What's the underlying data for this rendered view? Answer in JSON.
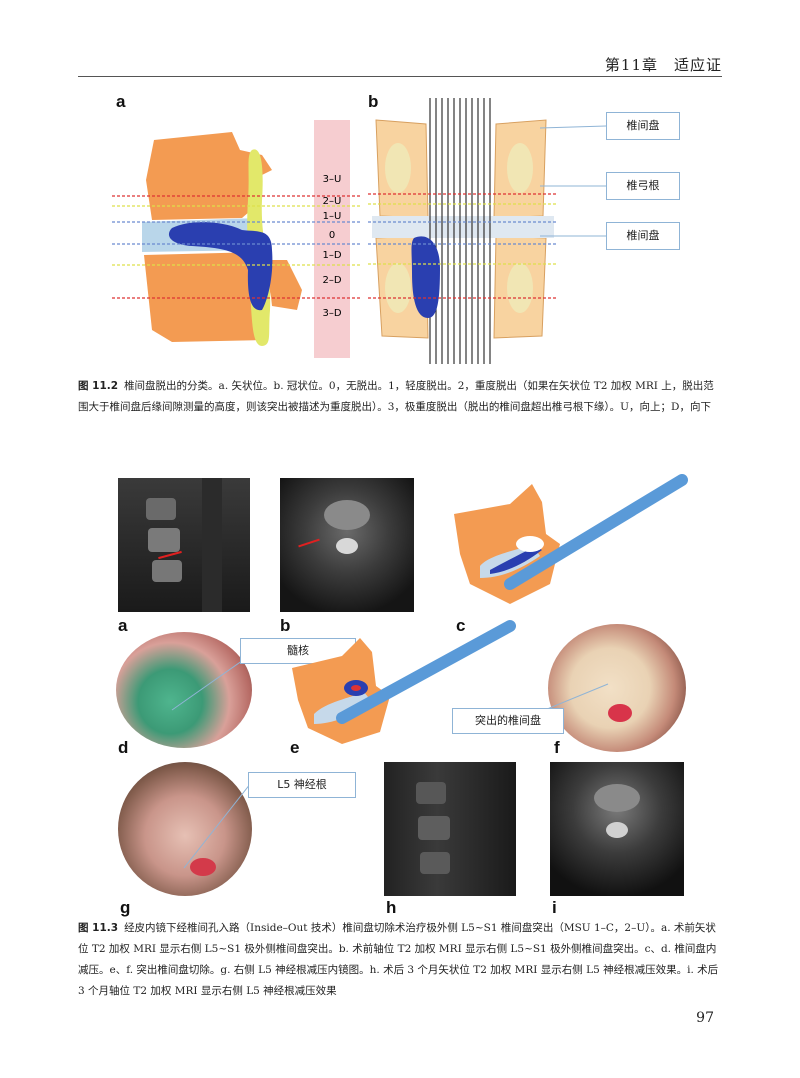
{
  "header": {
    "chapter": "第11章　适应证"
  },
  "figure_11_2": {
    "panel_a_label": "a",
    "panel_b_label": "b",
    "grades": [
      "3–U",
      "2–U",
      "1–U",
      "0",
      "1–D",
      "2–D",
      "3–D"
    ],
    "callouts": [
      "椎间盘",
      "椎弓根",
      "椎间盘"
    ],
    "caption_num": "图 11.2",
    "caption_text": "椎间盘脱出的分类。a. 矢状位。b. 冠状位。0，无脱出。1，轻度脱出。2，重度脱出（如果在矢状位 T2 加权 MRI 上，脱出范围大于椎间盘后缘间隙测量的高度，则该突出被描述为重度脱出）。3，极重度脱出（脱出的椎间盘超出椎弓根下缘）。U，向上；D，向下"
  },
  "figure_11_3": {
    "labels": [
      "a",
      "b",
      "c",
      "d",
      "e",
      "f",
      "g",
      "h",
      "i"
    ],
    "callout_nucleus": "髓核",
    "callout_disc": "突出的椎间盘",
    "callout_nerve": "L5 神经根",
    "caption_num": "图 11.3",
    "caption_text": "经皮内镜下经椎间孔入路（Inside–Out 技术）椎间盘切除术治疗极外侧 L5~S1 椎间盘突出（MSU 1–C，2–U）。a. 术前矢状位 T2 加权 MRI 显示右侧 L5~S1 极外侧椎间盘突出。b. 术前轴位 T2 加权 MRI 显示右侧 L5~S1 极外侧椎间盘突出。c、d. 椎间盘内减压。e、f. 突出椎间盘切除。g. 右侧 L5 神经根减压内镜图。h. 术后 3 个月矢状位 T2 加权 MRI 显示右侧 L5 神经根减压效果。i. 术后 3 个月轴位 T2 加权 MRI 显示右侧 L5 神经根减压效果"
  },
  "page_number": "97",
  "colors": {
    "bone": "#f39b52",
    "disc": "#2a3fb0",
    "cord": "#e2e86a",
    "callout_border": "#8fb4d6"
  }
}
